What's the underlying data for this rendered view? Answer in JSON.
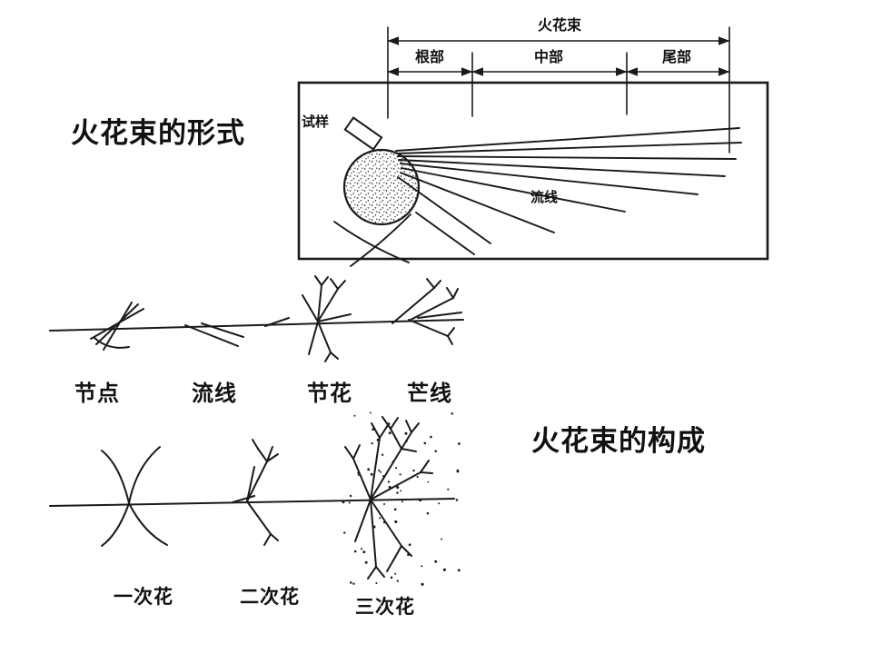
{
  "page": {
    "background": "#ffffff",
    "ink_color": "#1a1a1a"
  },
  "titles": {
    "form": "火花束的形式",
    "composition": "火花束的构成"
  },
  "spark_bundle_diagram": {
    "bundle_label": "火花束",
    "zones": [
      "根部",
      "中部",
      "尾部"
    ],
    "sample_label": "试样",
    "streamline_label": "流线"
  },
  "structure_diagram": {
    "labels": [
      "节点",
      "流线",
      "节花",
      "芒线"
    ]
  },
  "flower_diagram": {
    "labels": [
      "一次花",
      "二次花",
      "三次花"
    ]
  }
}
